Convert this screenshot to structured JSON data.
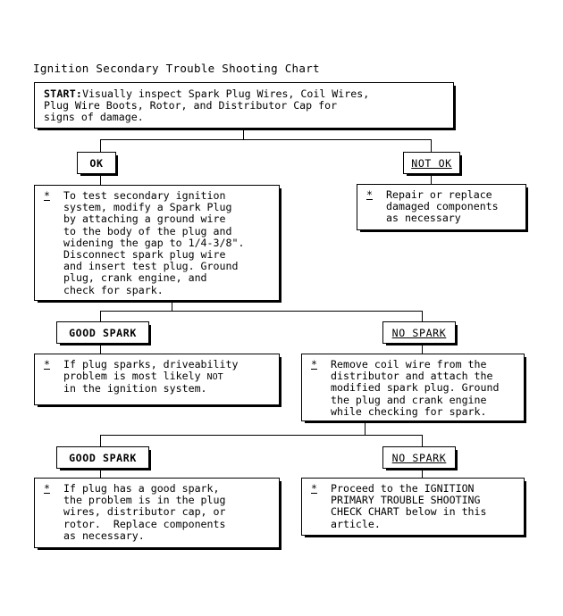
{
  "document": {
    "title": "Ignition Secondary Trouble Shooting Chart"
  },
  "nodes": {
    "start": {
      "label": "START:",
      "text": "Visually inspect Spark Plug Wires, Coil Wires,\nPlug Wire Boots, Rotor, and Distributor Cap for\nsigns of damage."
    },
    "ok_chip": {
      "label": "OK"
    },
    "not_ok_chip": {
      "label": "NOT OK"
    },
    "test_procedure": {
      "bullet": "*",
      "text": "To test secondary ignition\nsystem, modify a Spark Plug\nby attaching a ground wire\nto the body of the plug and\nwidening the gap to 1/4-3/8\".\nDisconnect spark plug wire\nand insert test plug. Ground\nplug, crank engine, and\ncheck for spark."
    },
    "repair_replace": {
      "bullet": "*",
      "text": "Repair or replace\ndamaged components\nas necessary"
    },
    "good_spark_chip_1": {
      "label": "GOOD SPARK"
    },
    "no_spark_chip_1": {
      "label": "NO SPARK"
    },
    "driveability_result": {
      "bullet": "*",
      "text_before": "If plug sparks, driveability\nproblem is most likely ",
      "text_emphasis": "NOT",
      "text_after": "\nin the ignition system."
    },
    "remove_coil_wire": {
      "bullet": "*",
      "text": "Remove coil wire from the\ndistributor and attach the\nmodified spark plug. Ground\nthe plug and crank engine\nwhile checking for spark."
    },
    "good_spark_chip_2": {
      "label": "GOOD SPARK"
    },
    "no_spark_chip_2": {
      "label": "NO SPARK"
    },
    "plug_wires_result": {
      "bullet": "*",
      "text": "If plug has a good spark,\nthe problem is in the plug\nwires, distributor cap, or\nrotor.  Replace components\nas necessary."
    },
    "primary_chart_result": {
      "bullet": "*",
      "text": "Proceed to the IGNITION\nPRIMARY TROUBLE SHOOTING\nCHECK CHART below in this\narticle."
    }
  },
  "style": {
    "line_color": "#000000",
    "background": "#ffffff",
    "text_color": "#000000"
  }
}
